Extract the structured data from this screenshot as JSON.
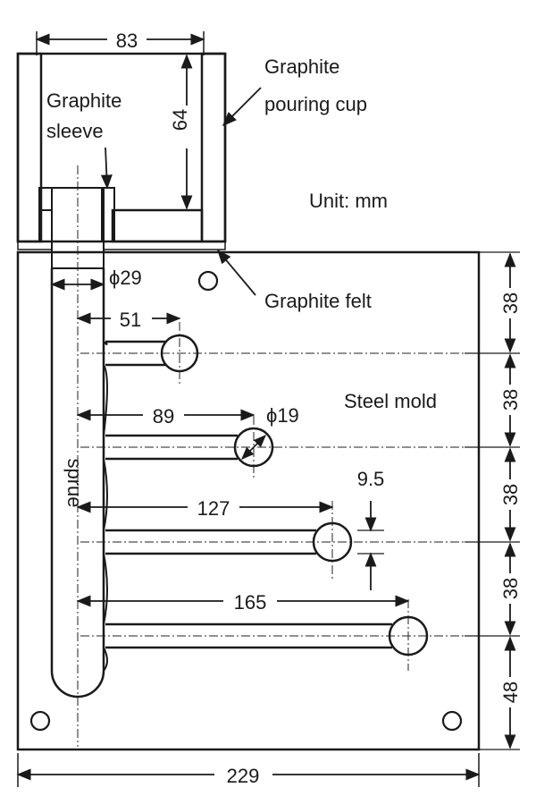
{
  "labels": {
    "pouring_cup": [
      "Graphite",
      "pouring cup"
    ],
    "sleeve": [
      "Graphite",
      "sleeve"
    ],
    "unit": "Unit: mm",
    "felt": "Graphite felt",
    "steel_mold": "Steel mold",
    "sprue": "sprue"
  },
  "dimensions": {
    "cup_width": "83",
    "cup_depth": "64",
    "sprue_dia": "ϕ29",
    "arm_1": "51",
    "arm_2": "89",
    "ball_dia": "ϕ19",
    "arm_3": "127",
    "arm_gap": "9.5",
    "arm_4": "165",
    "total_width": "229",
    "right_spacings": [
      "38",
      "38",
      "38",
      "38",
      "48"
    ]
  },
  "colors": {
    "line": "#1a1a1a",
    "hatch": "#333333"
  }
}
